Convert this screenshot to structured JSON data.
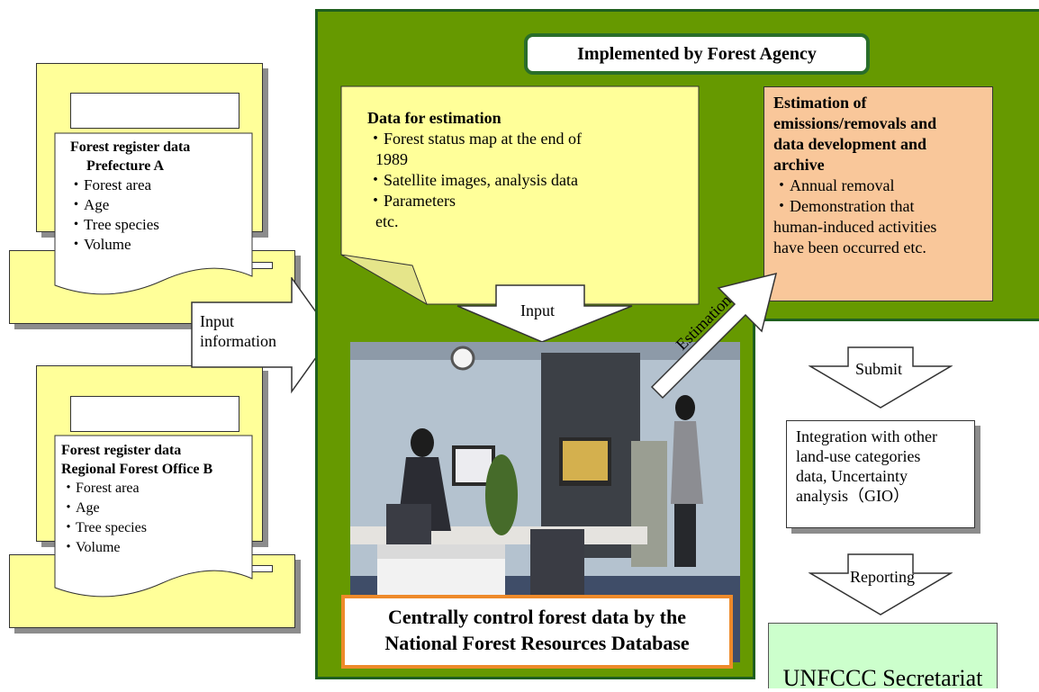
{
  "left_docs": {
    "doc_a": {
      "title_line1": "Forest register data",
      "title_line2": "Prefecture A",
      "items": [
        "・Forest area",
        "・Age",
        "・Tree species",
        "・Volume"
      ]
    },
    "doc_b": {
      "title_line1": "Forest register data",
      "title_line2": "Regional Forest Office B",
      "items": [
        "・Forest area",
        "・Age",
        "・Tree species",
        "・Volume"
      ]
    },
    "input_arrow": {
      "line1": "Input",
      "line2": "information"
    }
  },
  "panel": {
    "title": "Implemented by Forest Agency",
    "data_note": {
      "heading": "Data for estimation",
      "lines": [
        "・Forest status map at the end of",
        "  1989",
        "・Satellite images, analysis data",
        "・Parameters",
        "  etc."
      ]
    },
    "estimation_box": {
      "heading_lines": [
        "Estimation of",
        "emissions/removals and",
        "data development and",
        "archive"
      ],
      "lines": [
        "・Annual removal",
        "・Demonstration that",
        "human-induced activities",
        "have been occurred etc."
      ]
    },
    "input_arrow_label": "Input",
    "estimation_arrow_label": "Estimation",
    "caption_line1": "Centrally control forest data by the",
    "caption_line2": "National Forest Resources Database"
  },
  "right_flow": {
    "submit_label": "Submit",
    "integration_lines": [
      "Integration with other",
      "land-use categories",
      "data, Uncertainty",
      "analysis（GIO）"
    ],
    "reporting_label": "Reporting",
    "unfccc_label": "UNFCCC Secretariat"
  }
}
